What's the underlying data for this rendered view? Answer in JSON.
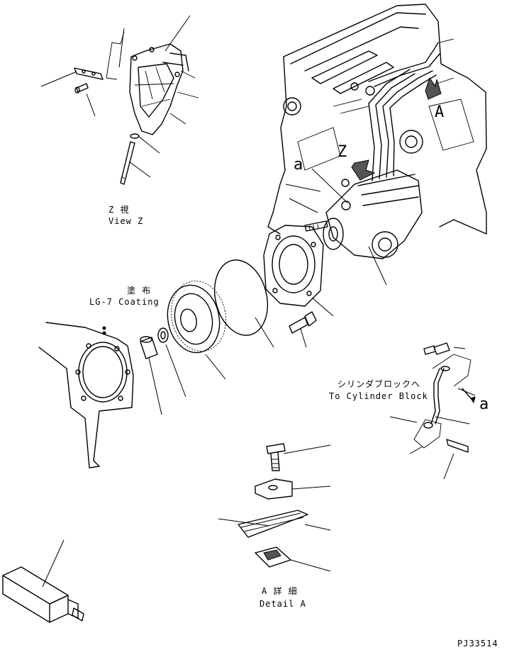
{
  "labels": {
    "view_z_jp": "Z 視",
    "view_z_en": "View Z",
    "coating_jp": "塗 布",
    "coating_en": "LG-7 Coating",
    "to_block_jp": "シリンダブロックへ",
    "to_block_en": "To Cylinder Block",
    "ref_a_upper": "a",
    "ref_a_right": "a",
    "arrow_z": "Z",
    "arrow_a": "A",
    "detail_a_jp": "A 詳 細",
    "detail_a_en": "Detail A",
    "drawing_no": "PJ33514"
  }
}
